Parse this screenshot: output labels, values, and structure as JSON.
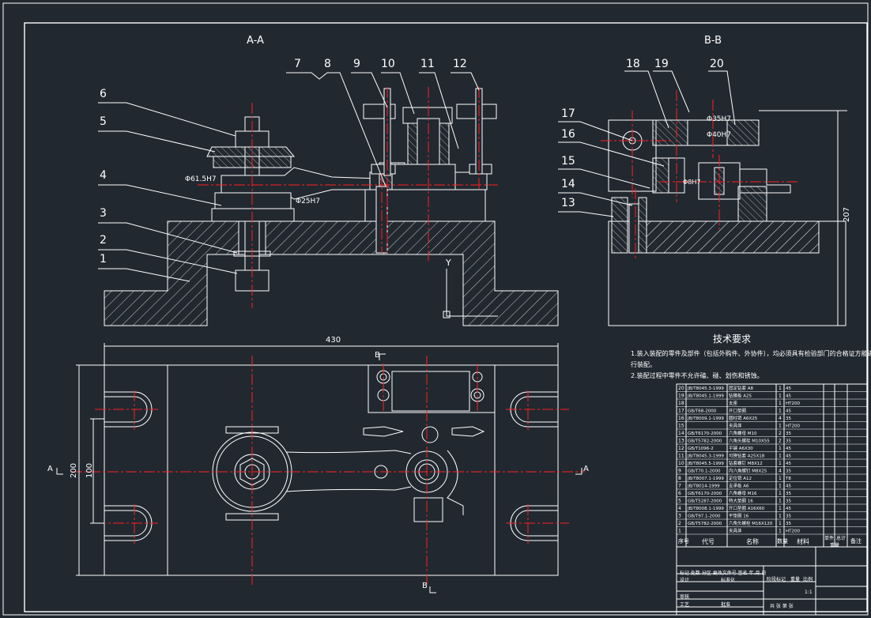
{
  "colors": {
    "background": "#212830",
    "line": "#ffffff",
    "centerline": "#ff2020",
    "dimension": "#ffffff",
    "hatch": "#d8d8d8"
  },
  "views": {
    "section_aa": "A-A",
    "section_bb": "B-B",
    "tech_req_title": "技术要求"
  },
  "balloons": [
    "1",
    "2",
    "3",
    "4",
    "5",
    "6",
    "7",
    "8",
    "9",
    "10",
    "11",
    "12",
    "13",
    "14",
    "15",
    "16",
    "17",
    "18",
    "19",
    "20"
  ],
  "dimensions": {
    "d430": "430",
    "d200": "200",
    "d100": "100",
    "d207": "207",
    "fit1": "Φ61.5H7",
    "fit2": "Φ25H7",
    "fit3": "Φ35H7",
    "fit4": "Φ40H7",
    "fit5": "Φ8H7"
  },
  "section_marks": {
    "a_left": "A",
    "a_right": "A",
    "b_top": "B",
    "b_bottom": "B",
    "axis_y": "Y"
  },
  "tech_requirements": [
    "1.装入装配的零件及部件（包括外购件、外协件），均必须具有检验部门的合格证方能进",
    "行装配。",
    "2.装配过程中零件不允许磕、碰、划伤和锈蚀。"
  ],
  "bom_header": {
    "seq": "序号",
    "code": "代号",
    "name": "名称",
    "qty": "数量",
    "material": "材料",
    "unit_weight": "单件",
    "total_weight": "总计",
    "weight": "重量",
    "remark": "备注"
  },
  "bom_rows": [
    {
      "seq": "20",
      "code": "JB/T8045.3-1999",
      "name": "固定钻套 A8",
      "qty": "1",
      "material": "45",
      "remark": ""
    },
    {
      "seq": "19",
      "code": "JB/T8045.1-1999",
      "name": "钻模板 A25",
      "qty": "1",
      "material": "45",
      "remark": ""
    },
    {
      "seq": "18",
      "code": "",
      "name": "支座",
      "qty": "1",
      "material": "HT200",
      "remark": ""
    },
    {
      "seq": "17",
      "code": "GB/T68-2000",
      "name": "开口垫圈",
      "qty": "1",
      "material": "45",
      "remark": ""
    },
    {
      "seq": "16",
      "code": "JB/T8009.1-1999",
      "name": "圆柱销 A6X25",
      "qty": "4",
      "material": "35",
      "remark": ""
    },
    {
      "seq": "15",
      "code": "",
      "name": "夹具体",
      "qty": "1",
      "material": "HT200",
      "remark": ""
    },
    {
      "seq": "14",
      "code": "GB/T6170-2000",
      "name": "六角螺母 M10",
      "qty": "2",
      "material": "35",
      "remark": ""
    },
    {
      "seq": "13",
      "code": "GB/T5782-2000",
      "name": "六角头螺栓 M10X55",
      "qty": "2",
      "material": "35",
      "remark": ""
    },
    {
      "seq": "12",
      "code": "GB/T1096-2",
      "name": "平键 A6X30",
      "qty": "1",
      "material": "45",
      "remark": ""
    },
    {
      "seq": "11",
      "code": "JB/T8045.3-1999",
      "name": "可换钻套 A25X18",
      "qty": "1",
      "material": "45",
      "remark": ""
    },
    {
      "seq": "10",
      "code": "JB/T8045.5-1999",
      "name": "钻套螺钉 M8X12",
      "qty": "1",
      "material": "45",
      "remark": ""
    },
    {
      "seq": "9",
      "code": "GB/T70.1-2000",
      "name": "内六角螺钉 M8X25",
      "qty": "4",
      "material": "35",
      "remark": ""
    },
    {
      "seq": "8",
      "code": "JB/T8007.1-1999",
      "name": "定位销 A12",
      "qty": "1",
      "material": "T8",
      "remark": ""
    },
    {
      "seq": "7",
      "code": "JB/T8014-1999",
      "name": "支承板 A6",
      "qty": "1",
      "material": "45",
      "remark": ""
    },
    {
      "seq": "6",
      "code": "GB/T6170-2000",
      "name": "六角螺母 M16",
      "qty": "1",
      "material": "35",
      "remark": ""
    },
    {
      "seq": "5",
      "code": "GB/T5287-2000",
      "name": "特大垫圈 16",
      "qty": "1",
      "material": "35",
      "remark": ""
    },
    {
      "seq": "4",
      "code": "JB/T8008.1-1999",
      "name": "开口垫圈 A16X60",
      "qty": "1",
      "material": "45",
      "remark": ""
    },
    {
      "seq": "3",
      "code": "GB/T97.1-2000",
      "name": "平垫圈 16",
      "qty": "1",
      "material": "35",
      "remark": ""
    },
    {
      "seq": "2",
      "code": "GB/T5782-2000",
      "name": "六角头螺栓 M16X120",
      "qty": "1",
      "material": "35",
      "remark": ""
    },
    {
      "seq": "1",
      "code": "",
      "name": "夹具体",
      "qty": "1",
      "material": "HT200",
      "remark": ""
    }
  ],
  "title_block": {
    "row1": "标记 处数 分区 更改文件号 签名 年.月.日",
    "row2": "设计",
    "row2b": "标准化",
    "row3": "审核",
    "row4": "工艺",
    "row4b": "批准",
    "stage": "阶段标记",
    "weight": "重量",
    "scale": "比例",
    "scale_val": "1:1",
    "sheet": "共   张  第   张"
  }
}
